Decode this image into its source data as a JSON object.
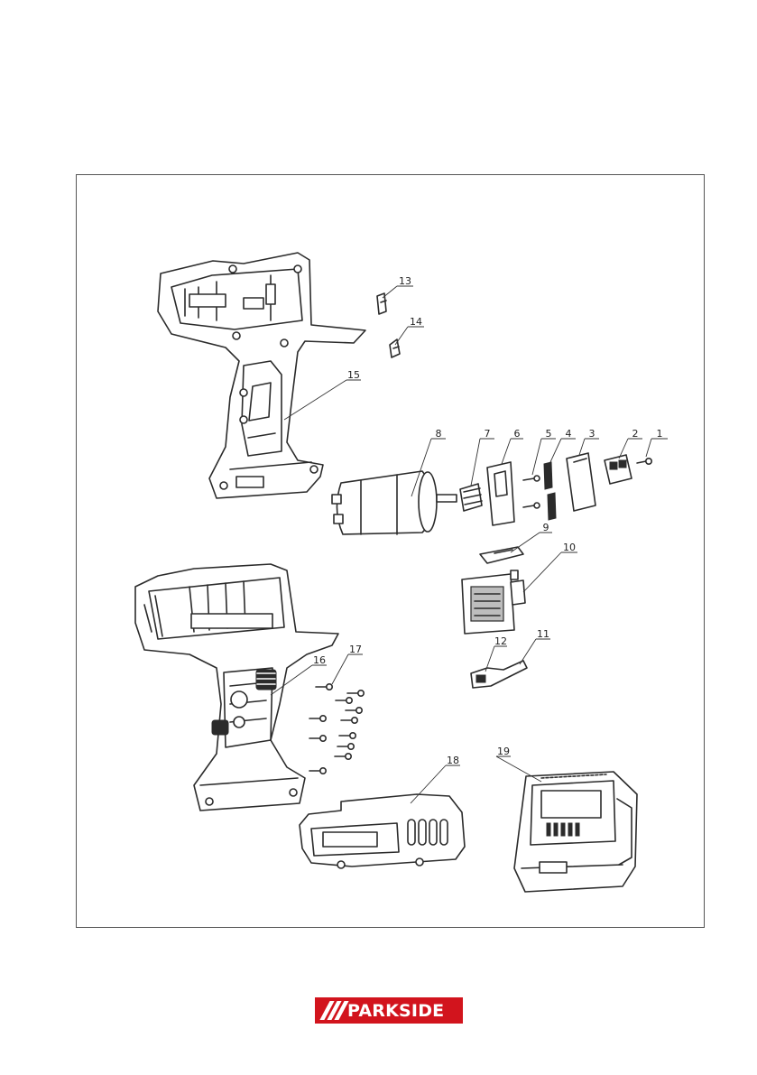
{
  "diagram": {
    "title": "",
    "part_labels": [
      "1",
      "2",
      "3",
      "4",
      "5",
      "6",
      "7",
      "8",
      "9",
      "10",
      "11",
      "12",
      "13",
      "14",
      "15",
      "16",
      "17",
      "18",
      "19"
    ]
  },
  "brand": {
    "logo_text": "PARKSIDE",
    "logo_color": "#d2141d"
  }
}
